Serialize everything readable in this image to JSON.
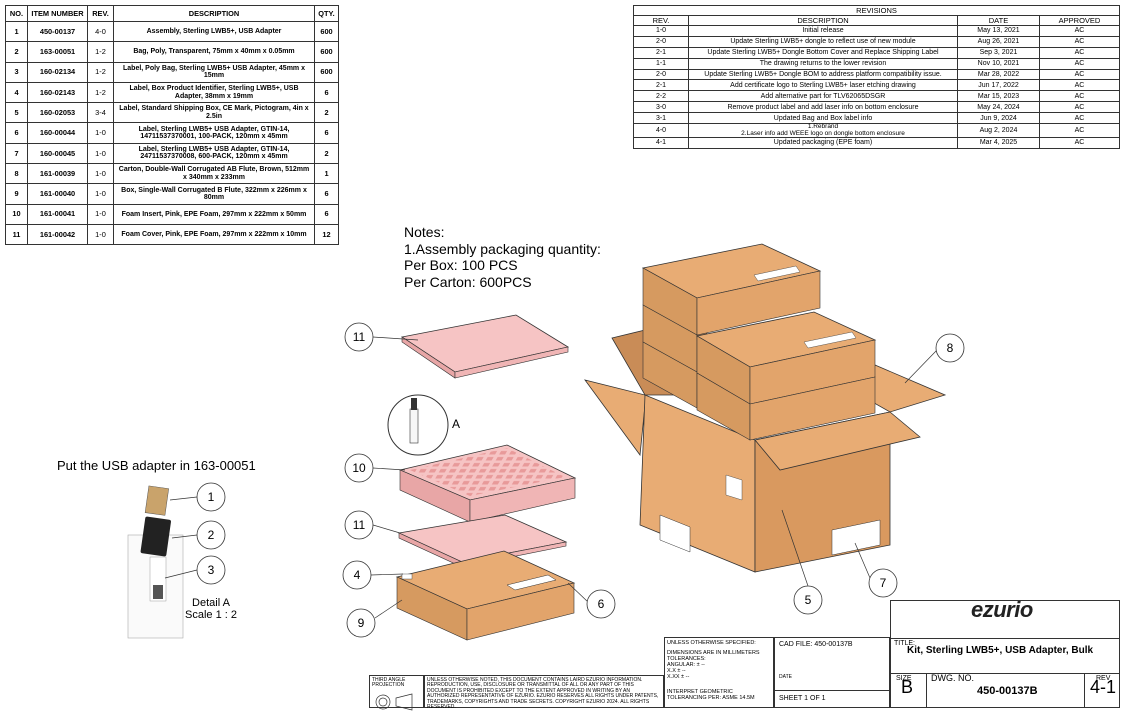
{
  "bom": {
    "headers": [
      "NO.",
      "ITEM NUMBER",
      "REV.",
      "DESCRIPTION",
      "QTY."
    ],
    "rows": [
      {
        "no": "1",
        "item": "450-00137",
        "rev": "4-0",
        "desc": "Assembly, Sterling LWB5+, USB Adapter",
        "qty": "600"
      },
      {
        "no": "2",
        "item": "163-00051",
        "rev": "1-2",
        "desc": "Bag, Poly, Transparent, 75mm x 40mm x 0.05mm",
        "qty": "600"
      },
      {
        "no": "3",
        "item": "160-02134",
        "rev": "1-2",
        "desc": "Label, Poly Bag, Sterling LWB5+ USB Adapter, 45mm x 15mm",
        "qty": "600"
      },
      {
        "no": "4",
        "item": "160-02143",
        "rev": "1-2",
        "desc": "Label, Box Product Identifier, Sterling LWB5+, USB Adapter, 38mm x 19mm",
        "qty": "6"
      },
      {
        "no": "5",
        "item": "160-02053",
        "rev": "3-4",
        "desc": "Label, Standard Shipping Box, CE Mark, Pictogram, 4in x 2.5in",
        "qty": "2"
      },
      {
        "no": "6",
        "item": "160-00044",
        "rev": "1-0",
        "desc": "Label, Sterling LWB5+ USB Adapter, GTIN-14, 14711537370001, 100-PACK, 120mm x 45mm",
        "qty": "6"
      },
      {
        "no": "7",
        "item": "160-00045",
        "rev": "1-0",
        "desc": "Label, Sterling LWB5+ USB Adapter, GTIN-14, 24711537370008, 600-PACK, 120mm x 45mm",
        "qty": "2"
      },
      {
        "no": "8",
        "item": "161-00039",
        "rev": "1-0",
        "desc": "Carton, Double-Wall Corrugated AB Flute, Brown, 512mm x 340mm x 233mm",
        "qty": "1"
      },
      {
        "no": "9",
        "item": "161-00040",
        "rev": "1-0",
        "desc": "Box, Single-Wall Corrugated B Flute, 322mm x 226mm x 80mm",
        "qty": "6"
      },
      {
        "no": "10",
        "item": "161-00041",
        "rev": "1-0",
        "desc": "Foam Insert, Pink, EPE Foam, 297mm x 222mm x 50mm",
        "qty": "6"
      },
      {
        "no": "11",
        "item": "161-00042",
        "rev": "1-0",
        "desc": "Foam Cover, Pink, EPE Foam, 297mm x 222mm x 10mm",
        "qty": "12"
      }
    ]
  },
  "revisions": {
    "title": "REVISIONS",
    "headers": [
      "REV.",
      "DESCRIPTION",
      "DATE",
      "APPROVED"
    ],
    "rows": [
      {
        "rev": "1-0",
        "desc": "Initial release",
        "date": "May 13, 2021",
        "approved": "AC"
      },
      {
        "rev": "2-0",
        "desc": "Update Sterling LWB5+ dongle to reflect use of new module",
        "date": "Aug 26, 2021",
        "approved": "AC"
      },
      {
        "rev": "2-1",
        "desc": "Update Sterling LWB5+ Dongle Bottom Cover and Replace Shipping Label",
        "date": "Sep 3, 2021",
        "approved": "AC"
      },
      {
        "rev": "1-1",
        "desc": "The drawing returns to the lower revision",
        "date": "Nov 10, 2021",
        "approved": "AC"
      },
      {
        "rev": "2-0",
        "desc": "Update Sterling LWB5+ Dongle BOM to address platform compatibility issue.",
        "date": "Mar 28, 2022",
        "approved": "AC"
      },
      {
        "rev": "2-1",
        "desc": "Add certificate logo to Sterling LWB5+ laser etching drawing",
        "date": "Jun 17, 2022",
        "approved": "AC"
      },
      {
        "rev": "2-2",
        "desc": "Add alternative part for TLV62065DSGR",
        "date": "Mar 15, 2023",
        "approved": "AC"
      },
      {
        "rev": "3-0",
        "desc": "Remove product label and add laser info on bottom enclosure",
        "date": "May 24, 2024",
        "approved": "AC"
      },
      {
        "rev": "3-1",
        "desc": "Updated Bag and Box label info",
        "date": "Jun 9, 2024",
        "approved": "AC"
      },
      {
        "rev": "4-0",
        "desc": "1.Rebrand\n2.Laser info add WEEE logo on dongle bottom enclosure",
        "date": "Aug 2, 2024",
        "approved": "AC"
      },
      {
        "rev": "4-1",
        "desc": "Updated packaging (EPE foam)",
        "date": "Mar 4, 2025",
        "approved": "AC"
      }
    ]
  },
  "notes": {
    "title": "Notes:",
    "line1": "1.Assembly packaging quantity:",
    "line2": "Per Box: 100 PCS",
    "line3": "Per Carton: 600PCS"
  },
  "detail_caption": "Put the USB adapter in 163-00051",
  "detail_title": "Detail A",
  "detail_scale": "Scale 1 : 2",
  "detail_ref": "A",
  "balloons": [
    "1",
    "2",
    "3",
    "4",
    "5",
    "6",
    "7",
    "8",
    "9",
    "10",
    "11",
    "11"
  ],
  "title_block": {
    "logo": "ezurio",
    "unless": "UNLESS OTHERWISE SPECIFIED:",
    "dims": "DIMENSIONS ARE IN MILLIMETERS",
    "tolerances": "TOLERANCES:",
    "angular": "ANGULAR:   ± --",
    "xx": "X.X          ± --",
    "xxx": "X.XX        ± --",
    "interpret": "INTERPRET GEOMETRIC",
    "tolerancing": "TOLERANCING PER:  ASME 14.5M",
    "third_angle": "THIRD ANGLE PROJECTION",
    "proprietary": "UNLESS OTHERWISE NOTED, THIS DOCUMENT CONTAINS LAIRD EZURIO INFORMATION. REPRODUCTION, USE, DISCLOSURE OR TRANSMITTAL OF ALL OR ANY PART OF THIS DOCUMENT IS PROHIBITED EXCEPT TO THE EXTENT APPROVED IN WRITING BY AN AUTHORIZED REPRESENTATIVE OF EZURIO. EZURIO RESERVES ALL RIGHTS UNDER PATENTS, TRADEMARKS, COPYRIGHTS AND TRADE SECRETS. COPYRIGHT EZURIO 2024. ALL RIGHTS RESERVED.",
    "cad_file": "CAD FILE: 450-00137B",
    "date_label": "DATE",
    "sheet": "SHEET 1 OF 1",
    "title_label": "TITLE:",
    "title": "Kit, Sterling LWB5+, USB Adapter, Bulk",
    "size_label": "SIZE",
    "size": "B",
    "dwg_label": "DWG.  NO.",
    "dwg_no": "450-00137B",
    "rev_label": "REV",
    "rev": "4-1"
  },
  "colors": {
    "cardboard": "#e8ac74",
    "cardboard_dark": "#c98c57",
    "foam": "#f6c4c4",
    "foam_dark": "#e8a6a6",
    "line": "#333333"
  }
}
